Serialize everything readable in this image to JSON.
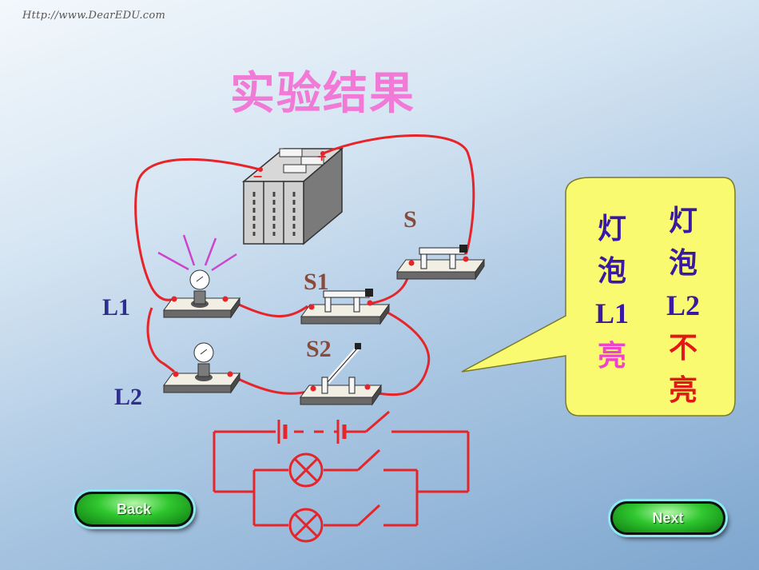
{
  "header": {
    "url_text": "Http://www.DearEDU.com"
  },
  "slide": {
    "title": "实验结果"
  },
  "labels": {
    "l1": "L1",
    "l2": "L2",
    "s": "S",
    "s1": "S1",
    "s2": "S2"
  },
  "callout": {
    "left_column": {
      "line1": "灯",
      "line2": "泡",
      "line3": "L1",
      "line4": "亮"
    },
    "right_column": {
      "line1": "灯",
      "line2": "泡",
      "line3": "L2",
      "line4": "不",
      "line5": "亮"
    }
  },
  "nav": {
    "back_label": "Back",
    "next_label": "Next"
  },
  "colors": {
    "title": "#f07ad6",
    "wire": "#e5252a",
    "callout_fill": "#fafa70",
    "label_blue": "#2e2e8e",
    "label_brown": "#8a4a3a",
    "text_purple": "#3a1aa0",
    "text_magenta": "#ee44cc",
    "text_red": "#e01818"
  }
}
